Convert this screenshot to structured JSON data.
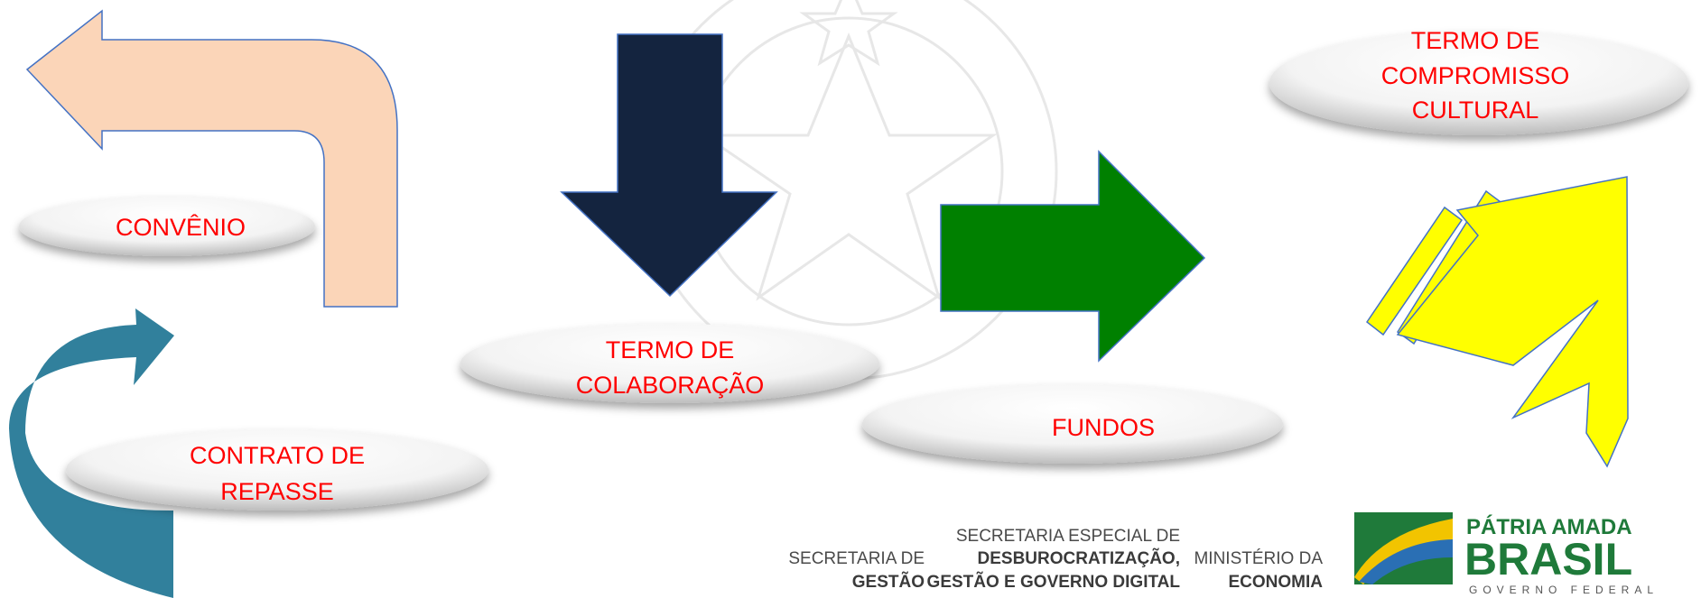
{
  "labels": {
    "convenio": "CONVÊNIO",
    "contrato": [
      "CONTRATO DE",
      "REPASSE"
    ],
    "termo_colaboracao": [
      "TERMO DE",
      "COLABORAÇÃO"
    ],
    "fundos": "FUNDOS",
    "termo_compromisso": [
      "TERMO DE",
      "COMPROMISSO",
      "CULTURAL"
    ]
  },
  "footer": {
    "secretaria_de": "SECRETARIA DE",
    "gestao": "GESTÃO",
    "especial_line1": "SECRETARIA ESPECIAL DE",
    "especial_line2": "DESBUROCRATIZAÇÃO,",
    "especial_line3": "GESTÃO E GOVERNO DIGITAL",
    "ministerio_line1": "MINISTÉRIO DA",
    "ministerio_line2": "ECONOMIA",
    "brand_line1": "PÁTRIA AMADA",
    "brand_line2": "BRASIL",
    "brand_line3": "GOVERNO FEDERAL"
  },
  "colors": {
    "peach_arrow": "#fbd5b8",
    "teal_arrow": "#31809c",
    "navy_arrow": "#14243f",
    "green_arrow": "#008000",
    "yellow_arrow": "#ffff00",
    "label_text": "#ff0000"
  }
}
